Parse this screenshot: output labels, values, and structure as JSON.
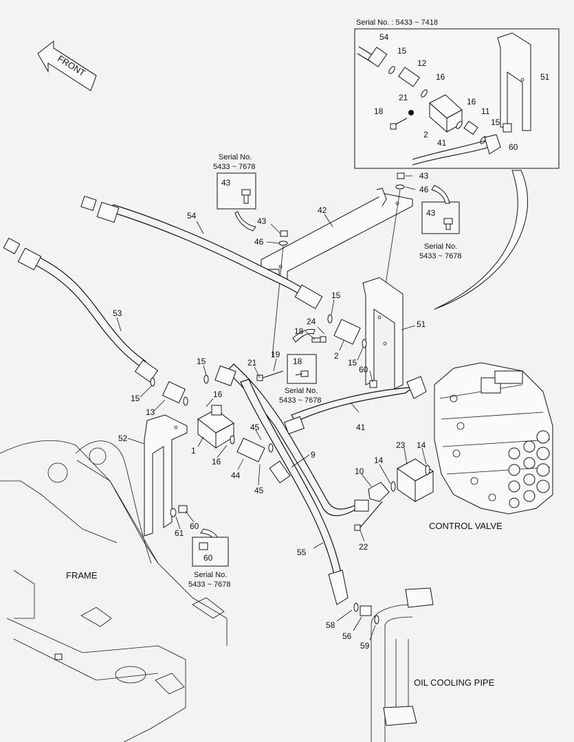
{
  "labels": {
    "front": "FRONT",
    "frame": "FRAME",
    "control_valve": "CONTROL VALVE",
    "oil_cooling_pipe": "OIL COOLING PIPE"
  },
  "inset": {
    "title": "Serial No. : 5433 ~ 7418",
    "callouts": [
      "54",
      "15",
      "12",
      "16",
      "21",
      "18",
      "2",
      "16",
      "11",
      "15",
      "51",
      "60",
      "41"
    ]
  },
  "serial_boxes": [
    {
      "line1": "Serial No.",
      "line2": "5433 ~ 7678",
      "part": "43"
    },
    {
      "line1": "Serial No.",
      "line2": "5433 ~ 7678",
      "part": "43"
    },
    {
      "line1": "Serial No.",
      "line2": "5433 ~ 7678",
      "part": "18"
    },
    {
      "line1": "Serial No.",
      "line2": "5433 ~ 7678",
      "part": "60"
    }
  ],
  "callouts": [
    "43",
    "46",
    "42",
    "54",
    "43",
    "46",
    "53",
    "15",
    "24",
    "18",
    "2",
    "51",
    "15",
    "60",
    "19",
    "21",
    "15",
    "16",
    "15",
    "13",
    "1",
    "16",
    "52",
    "45",
    "44",
    "45",
    "9",
    "41",
    "23",
    "14",
    "14",
    "10",
    "22",
    "61",
    "60",
    "55",
    "58",
    "56",
    "59"
  ]
}
